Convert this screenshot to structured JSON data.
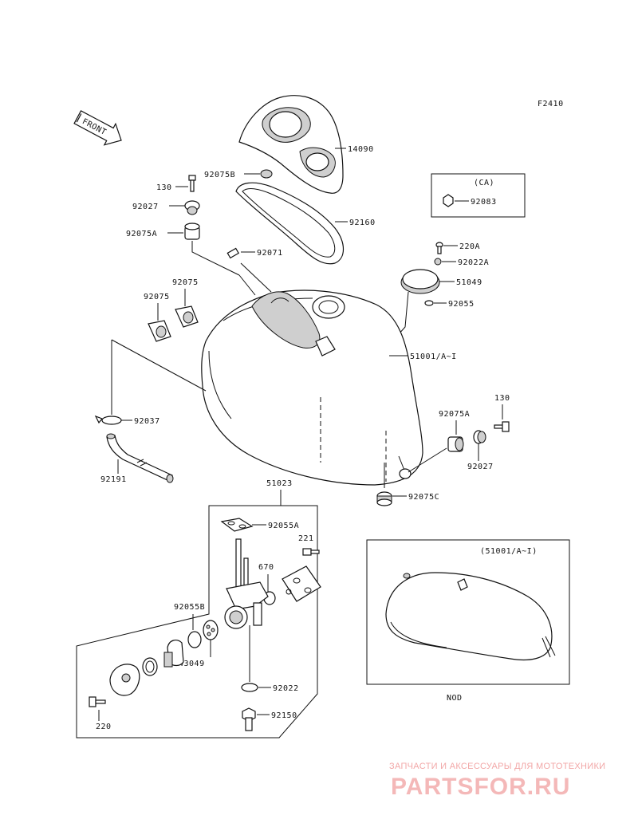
{
  "diagram": {
    "code": "F2410",
    "front": "FRONT",
    "ca_label": "(CA)",
    "model_label": "(51001/A~I)",
    "model_caption": "NOD",
    "parts": {
      "p14090": "14090",
      "p92075B": "92075B",
      "p130a": "130",
      "p92027a": "92027",
      "p92075Aa": "92075A",
      "p92160": "92160",
      "p92083": "92083",
      "p92071": "92071",
      "p220A": "220A",
      "p92022A": "92022A",
      "p51049": "51049",
      "p92075a": "92075",
      "p92075b": "92075",
      "p92055": "92055",
      "p51001": "51001/A~I",
      "p130b": "130",
      "p92075Ab": "92075A",
      "p92037": "92037",
      "p92027b": "92027",
      "p92191": "92191",
      "p92075C": "92075C",
      "p51023": "51023",
      "p92055A": "92055A",
      "p221": "221",
      "p670": "670",
      "p92055B": "92055B",
      "p43049": "43049",
      "p92022": "92022",
      "p92150": "92150",
      "p220": "220"
    }
  },
  "watermark": {
    "tagline": "ЗАПЧАСТИ И АКСЕССУАРЫ ДЛЯ МОТОТЕХНИКИ",
    "logo": "PARTSFOR.RU"
  }
}
